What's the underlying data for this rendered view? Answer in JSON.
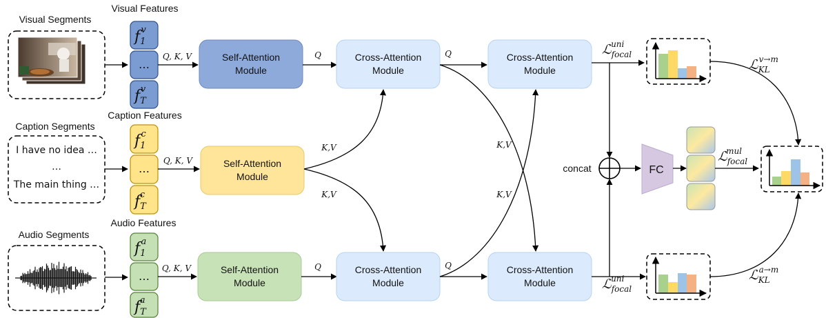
{
  "inputs": {
    "visual_title": "Visual Segments",
    "caption_title": "Caption Segments",
    "caption_line1": "I have no idea …",
    "caption_dots": "…",
    "caption_line2": "The main thing …",
    "audio_title": "Audio Segments"
  },
  "features": {
    "visual_title": "Visual Features",
    "caption_title": "Caption Features",
    "audio_title": "Audio Features",
    "visual_letter": "v",
    "caption_letter": "c",
    "audio_letter": "a",
    "f": "f",
    "sub_first": "1",
    "sub_last": "T",
    "dots": "…"
  },
  "modules": {
    "self_attention_l1": "Self-Attention",
    "cross_attention_l1": "Cross-Attention",
    "module_l2": "Module",
    "fc": "FC"
  },
  "edge_labels": {
    "qkv": "Q, K, V",
    "q": "Q",
    "kv": "K,V"
  },
  "fusion": {
    "concat": "concat"
  },
  "losses": {
    "L": "ℒ",
    "focal": "focal",
    "uni": "uni",
    "mul": "mul",
    "kl": "KL",
    "kl_v": "v→m",
    "kl_a": "a→m"
  },
  "colors": {
    "visual_feature": "#7b9bd3",
    "visual_self_attention": "#8eaadb",
    "caption_feature": "#ffe48a",
    "caption_self_attention": "#ffe599",
    "audio_feature": "#c5e0b4",
    "audio_self_attention": "#c8e2b8",
    "cross_attention": "#dbeafc",
    "fc": "#d5c8e0",
    "bar_green": "#a9d18e",
    "bar_yellow": "#ffd966",
    "bar_blue": "#9dc3e6",
    "bar_orange": "#f4b183"
  }
}
